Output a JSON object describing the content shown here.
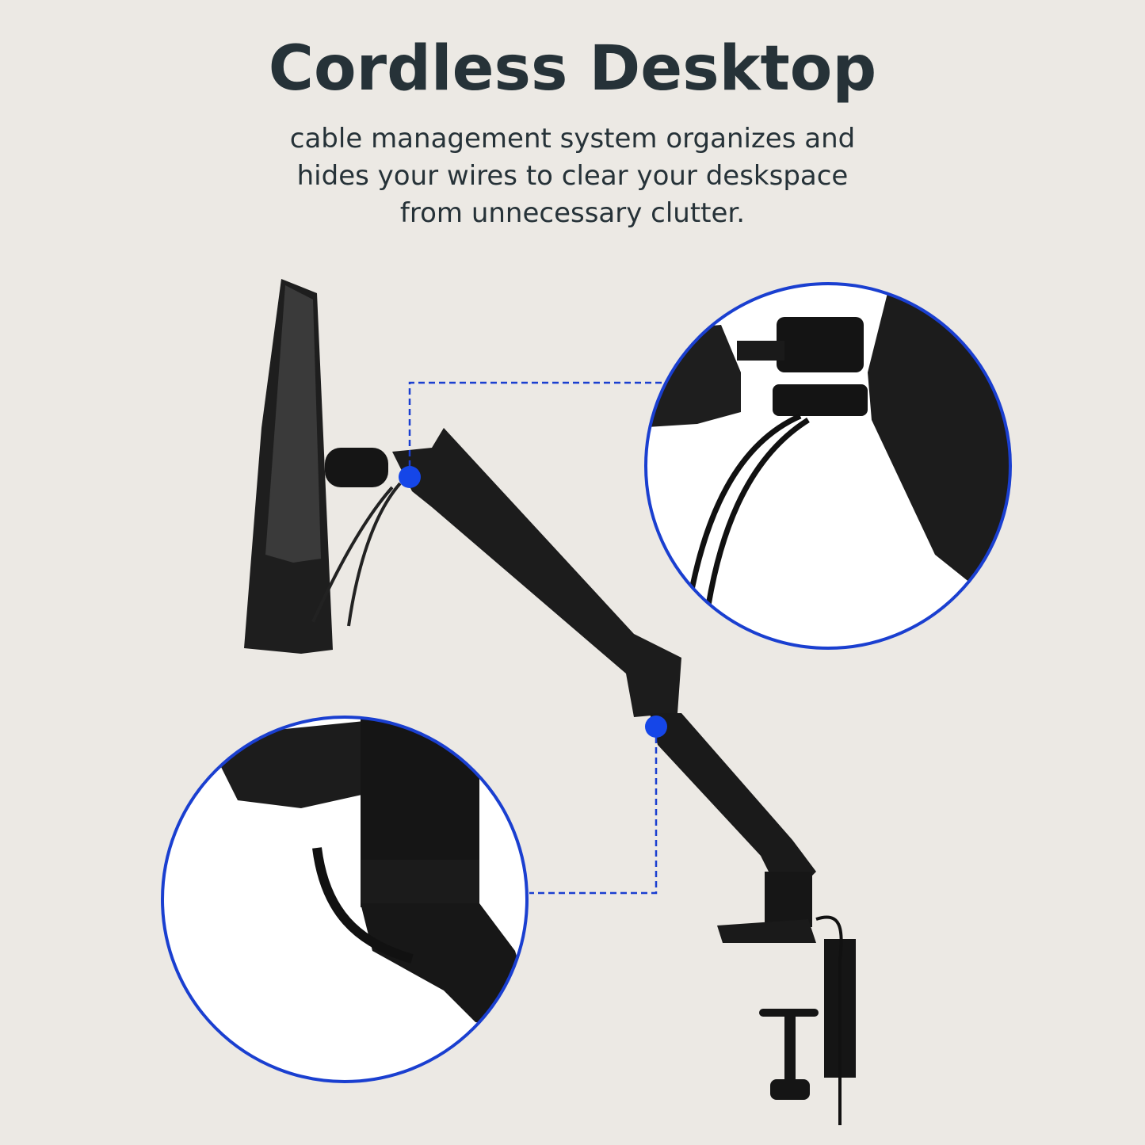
{
  "header": {
    "title": "Cordless Desktop",
    "subtitle_lines": [
      "cable management system organizes and",
      "hides your wires to clear your deskspace",
      "from unnecessary clutter."
    ]
  },
  "colors": {
    "background": "#ece9e4",
    "text": "#263238",
    "accent_blue": "#1a3fd0",
    "product_black": "#1c1c1c"
  },
  "callouts": [
    {
      "name": "monitor-joint-detail",
      "icon": "zoom-circle"
    },
    {
      "name": "elbow-joint-detail",
      "icon": "zoom-circle"
    }
  ]
}
